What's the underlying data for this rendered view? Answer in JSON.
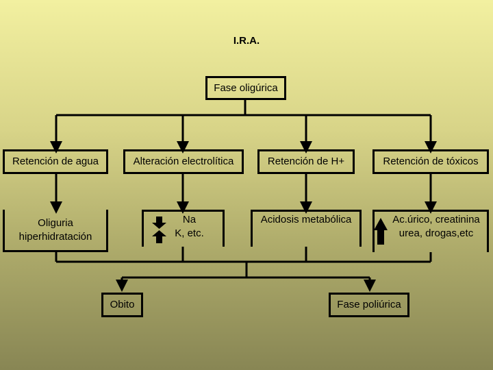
{
  "title": "I.R.A.",
  "nodes": {
    "phase_oliguric": "Fase oligúrica",
    "water": "Retención de agua",
    "electrolyte": "Alteración electrolítica",
    "hplus": "Retención de H+",
    "toxins": "Retención de tóxicos",
    "oliguria_line1": "Oliguria",
    "oliguria_line2": "hiperhidratación",
    "na_line1": "Na",
    "na_line2": "K, etc.",
    "acidosis": "Acidosis metabólica",
    "uric_line1": "Ac.úrico, creatinina",
    "uric_line2": "urea, drogas,etc",
    "death": "Obito",
    "phase_polyuric": "Fase poliúrica"
  }
}
